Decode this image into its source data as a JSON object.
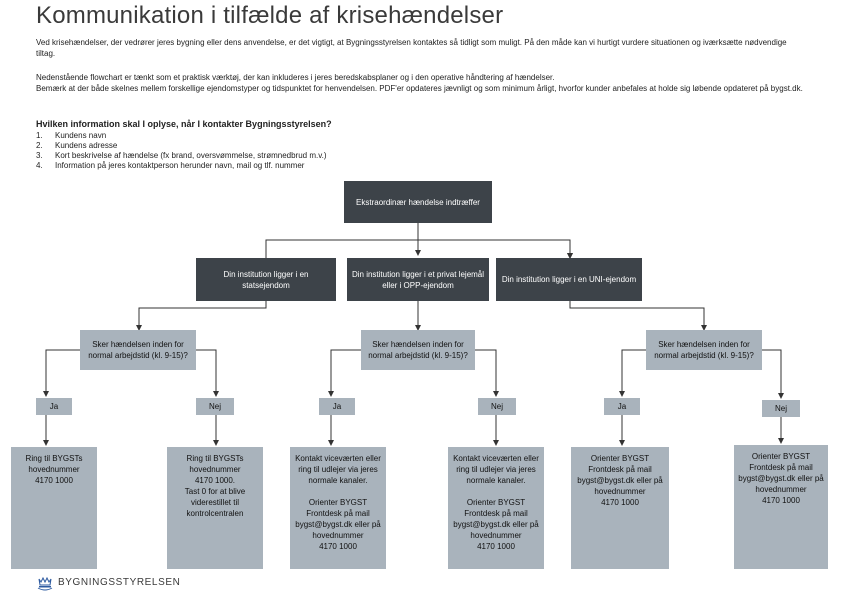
{
  "title": "Kommunikation i tilfælde af krisehændelser",
  "intro": "Ved krisehændelser, der vedrører jeres bygning eller dens anvendelse, er det vigtigt, at Bygningsstyrelsen kontaktes så tidligt som muligt. På den måde kan vi hurtigt vurdere situationen og iværksætte nødvendige tiltag.",
  "para2": "Nedenstående flowchart er tænkt som et praktisk værktøj, der kan inkluderes i jeres beredskabsplaner og i den operative håndtering af hændelser.",
  "para3": "Bemærk at der både skelnes mellem forskellige ejendomstyper og tidspunktet for henvendelsen. PDF'er opdateres jævnligt og som minimum årligt, hvorfor kunder anbefales at holde sig løbende opdateret på bygst.dk.",
  "question_heading": "Hvilken information skal I oplyse, når I kontakter Bygningsstyrelsen?",
  "info_items": [
    {
      "num": "1.",
      "text": "Kundens navn"
    },
    {
      "num": "2.",
      "text": "Kundens adresse"
    },
    {
      "num": "3.",
      "text": "Kort beskrivelse af hændelse (fx brand, oversvømmelse, strømnedbrud m.v.)"
    },
    {
      "num": "4.",
      "text": "Information på jeres kontaktperson herunder navn, mail og tlf. nummer"
    }
  ],
  "flow": {
    "start": "Ekstraordinær hændelse indtræffer",
    "branches": [
      {
        "label": "Din institution ligger i en statsejendom",
        "question": "Sker hændelsen inden for normal arbejdstid (kl. 9-15)?",
        "yes": "Ja",
        "no": "Nej",
        "yes_action": "Ring til BYGSTs hovednummer\n4170 1000",
        "no_action": "Ring til BYGSTs hovednummer\n4170 1000.\nTast 0 for at blive viderestillet til kontrolcentralen"
      },
      {
        "label": "Din institution ligger i et privat lejemål eller i OPP-ejendom",
        "question": "Sker hændelsen inden for normal arbejdstid (kl. 9-15)?",
        "yes": "Ja",
        "no": "Nej",
        "yes_action": "Kontakt viceværten eller ring til udlejer via jeres normale kanaler.\n\nOrienter BYGST Frontdesk på mail bygst@bygst.dk eller på hovednummer\n4170 1000",
        "no_action": "Kontakt viceværten eller ring til udlejer via jeres normale kanaler.\n\nOrienter BYGST Frontdesk på mail bygst@bygst.dk eller på hovednummer\n4170 1000"
      },
      {
        "label": "Din institution ligger i en UNI-ejendom",
        "question": "Sker hændelsen inden for normal arbejdstid (kl. 9-15)?",
        "yes": "Ja",
        "no": "Nej",
        "yes_action": "Orienter BYGST Frontdesk på mail bygst@bygst.dk eller på hovednummer\n4170 1000",
        "no_action": "Orienter BYGST Frontdesk på mail bygst@bygst.dk eller på hovednummer\n4170 1000"
      }
    ]
  },
  "logo_text": "BYGNINGSSTYRELSEN",
  "colors": {
    "dark_box": "#3d4349",
    "light_box": "#a9b3bc",
    "line": "#333333",
    "logo_blue": "#2d5aa0"
  }
}
